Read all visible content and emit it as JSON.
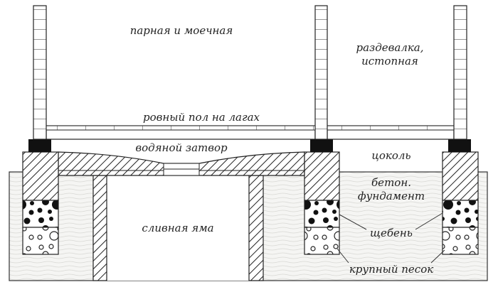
{
  "labels": {
    "wash_room": "парная и моечная",
    "dressing_room_1": "раздевалка,",
    "dressing_room_2": "истопная",
    "floor": "ровный пол на лагах",
    "water_seal": "водяной затвор",
    "plinth": "цоколь",
    "foundation_1": "бетон.",
    "foundation_2": "фундамент",
    "drain_pit": "сливная яма",
    "gravel": "щебень",
    "sand": "крупный песок"
  },
  "colors": {
    "line": "#222222",
    "ground": "#f4f4f2",
    "block": "#111111"
  }
}
